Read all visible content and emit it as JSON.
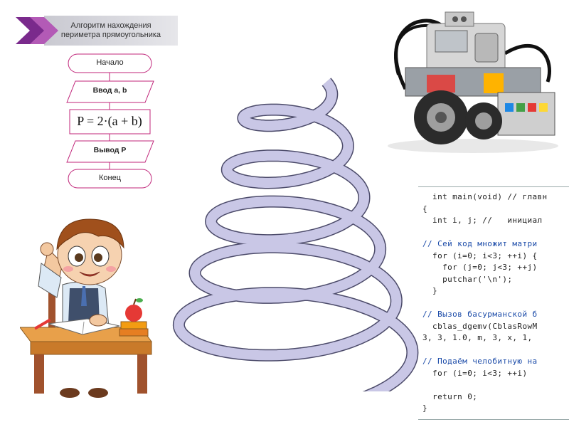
{
  "banner": {
    "title_line1": "Алгоритм нахождения",
    "title_line2": "периметра прямоугольника"
  },
  "flowchart": {
    "start": "Начало",
    "input": "Ввод a, b",
    "formula": "P = 2·(a + b)",
    "output": "Вывод P",
    "end": "Конец"
  },
  "code": {
    "lines": [
      {
        "text": "  int main(void) // главн",
        "kind": "code"
      },
      {
        "text": "{",
        "kind": "code"
      },
      {
        "text": "  int i, j; //   инициал",
        "kind": "code"
      },
      {
        "text": "",
        "kind": "code"
      },
      {
        "text": "// Сей код множит матри",
        "kind": "comment"
      },
      {
        "text": "  for (i=0; i<3; ++i) {",
        "kind": "code"
      },
      {
        "text": "    for (j=0; j<3; ++j)",
        "kind": "code"
      },
      {
        "text": "    putchar('\\n');",
        "kind": "code"
      },
      {
        "text": "  }",
        "kind": "code"
      },
      {
        "text": "",
        "kind": "code"
      },
      {
        "text": "// Вызов басурманской б",
        "kind": "comment"
      },
      {
        "text": "  cblas_dgemv(CblasRowM",
        "kind": "code"
      },
      {
        "text": "3, 3, 1.0, m, 3, x, 1,",
        "kind": "code"
      },
      {
        "text": "",
        "kind": "code"
      },
      {
        "text": "// Подаём челобитную на",
        "kind": "comment"
      },
      {
        "text": "  for (i=0; i<3; ++i)",
        "kind": "code"
      },
      {
        "text": "",
        "kind": "code"
      },
      {
        "text": "  return 0;",
        "kind": "code"
      },
      {
        "text": "}",
        "kind": "code"
      }
    ]
  },
  "colors": {
    "banner_dark": "#7a2a8c",
    "banner_light": "#b35ab6",
    "flowchart_stroke": "#c0267a",
    "spring_fill": "#c9c7e6",
    "spring_stroke": "#4c4b6a",
    "code_comment": "#1a4aa8"
  }
}
